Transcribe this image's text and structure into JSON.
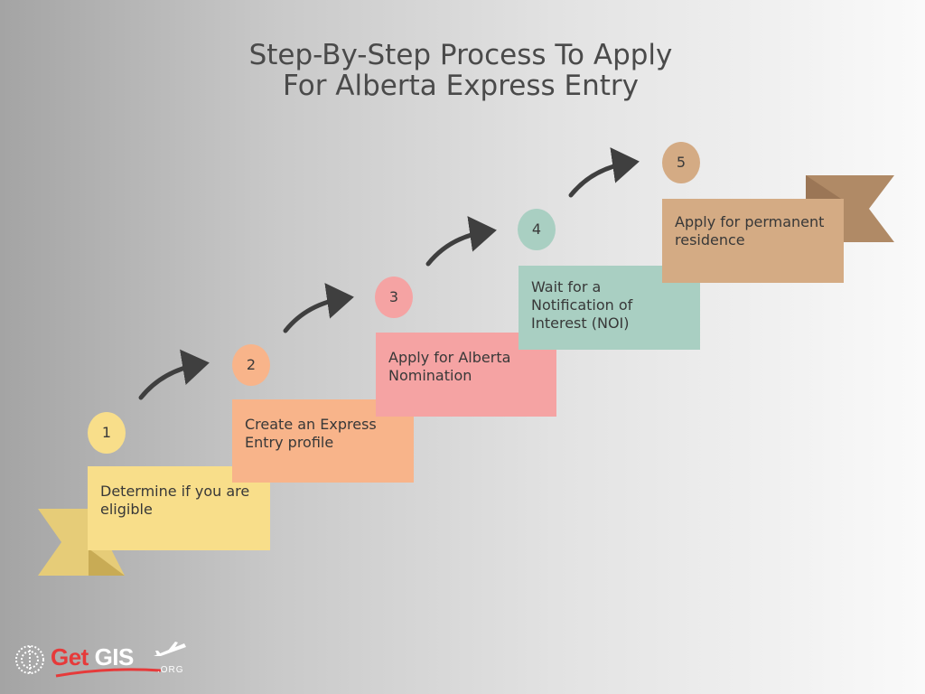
{
  "title": {
    "line1": "Step-By-Step Process To Apply",
    "line2": "For Alberta Express Entry"
  },
  "steps": [
    {
      "number": "1",
      "text": "Determine if you are eligible",
      "color": "#f8de8a",
      "fold_color": "#c8ab55"
    },
    {
      "number": "2",
      "text": "Create an Express Entry profile",
      "color": "#f8b48a",
      "fold_color": "#c98a63"
    },
    {
      "number": "3",
      "text": "Apply for Alberta Nomination",
      "color": "#f5a3a3",
      "fold_color": "#d78585"
    },
    {
      "number": "4",
      "text": "Wait for a Notification of Interest (NOI)",
      "color": "#a9cfc2",
      "fold_color": "#86a99b"
    },
    {
      "number": "5",
      "text": "Apply for permanent residence",
      "color": "#d4ab84",
      "fold_color": "#a8825e"
    }
  ],
  "logo": {
    "name_part1": "Get",
    "name_part2": "GIS",
    "suffix": ".ORG"
  },
  "colors": {
    "title": "#4a4a4a",
    "arrow": "#3f3f3f",
    "ribbon_left": "#e6cc78",
    "ribbon_right": "#b08a66"
  }
}
